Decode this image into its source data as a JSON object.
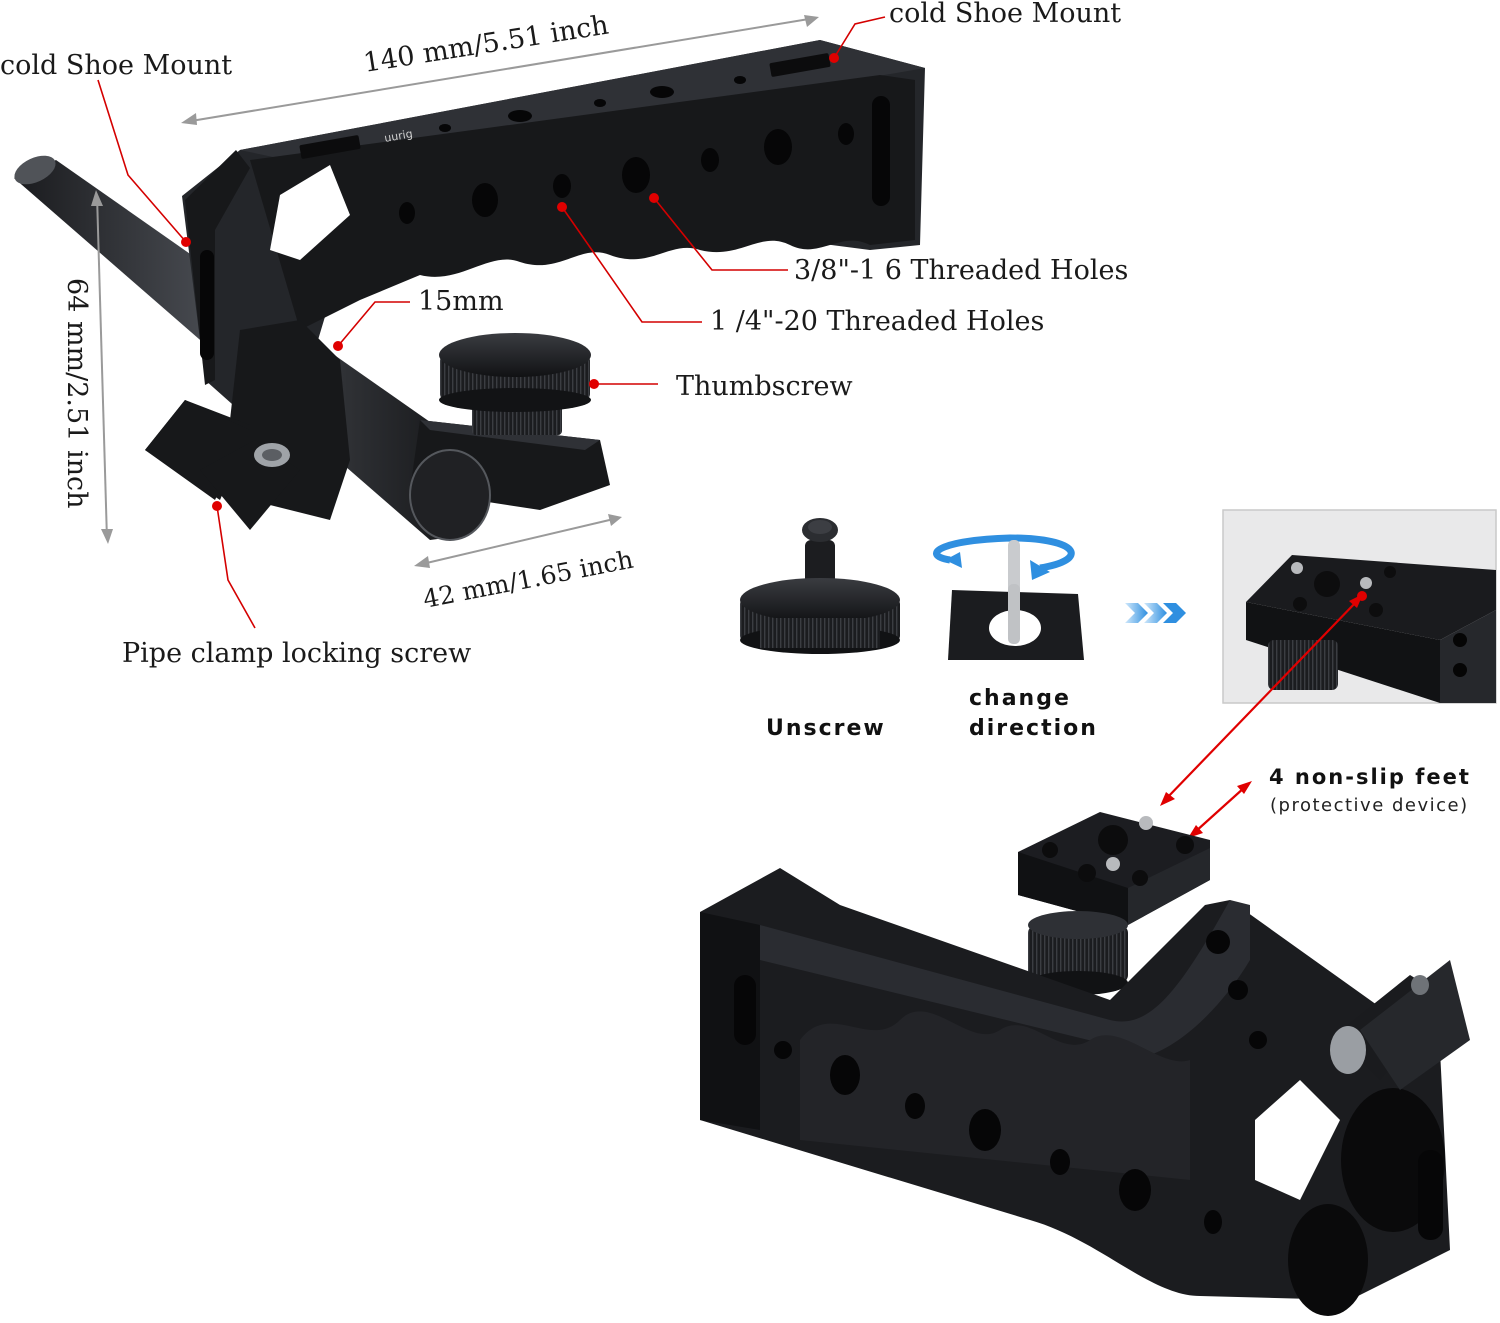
{
  "callouts": {
    "cold_shoe_left": "cold Shoe Mount",
    "cold_shoe_top": "cold Shoe Mount",
    "threaded_38": "3/8\"-1 6 Threaded Holes",
    "threaded_14": "1 /4\"-20 Threaded Holes",
    "rod_15mm": "15mm",
    "thumbscrew": "Thumbscrew",
    "pipe_clamp": "Pipe clamp locking screw"
  },
  "dimensions": {
    "length": "140 mm/5.51 inch",
    "height": "64 mm/2.51 inch",
    "clamp_width": "42 mm/1.65 inch"
  },
  "steps": {
    "unscrew": "Unscrew",
    "change_line1": "change",
    "change_line2": "direction"
  },
  "feet": {
    "title": "4 non-slip feet",
    "subtitle": "(protective device)"
  },
  "colors": {
    "callout_red": "#e00000",
    "metal_black": "#17181a",
    "arrow_blue": "#3aa0e8"
  },
  "icons": [
    "double-chevron-right-icon",
    "rotate-arrow-icon"
  ]
}
